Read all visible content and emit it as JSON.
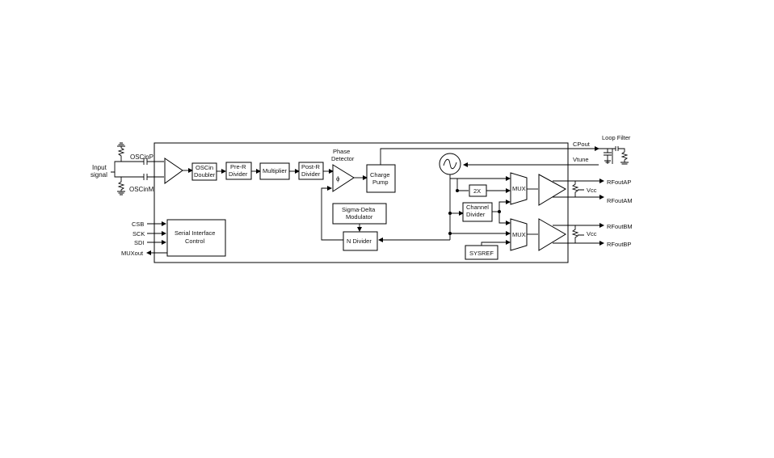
{
  "io": {
    "input_signal_1": "Input",
    "input_signal_2": "signal",
    "osc_p": "OSCinP",
    "osc_m": "OSCinM",
    "csb": "CSB",
    "sck": "SCK",
    "sdi": "SDI",
    "muxout": "MUXout",
    "cpout": "CPout",
    "vtune": "Vtune",
    "loop_filter": "Loop Filter",
    "rfout_ap": "RFoutAP",
    "rfout_am": "RFoutAM",
    "rfout_bm": "RFoutBM",
    "rfout_bp": "RFoutBP",
    "vcc_a": "Vcc",
    "vcc_b": "Vcc"
  },
  "blocks": {
    "osc_doubler_1": "OSCin",
    "osc_doubler_2": "Doubler",
    "pre_r_1": "Pre-R",
    "pre_r_2": "Divider",
    "multiplier": "Multiplier",
    "post_r_1": "Post-R",
    "post_r_2": "Divider",
    "phase_det_1": "Phase",
    "phase_det_2": "Detector",
    "phase_symbol": "ϕ",
    "charge_pump_1": "Charge",
    "charge_pump_2": "Pump",
    "sigma_delta_1": "Sigma-Delta",
    "sigma_delta_2": "Modulator",
    "n_divider": "N Divider",
    "serial_1": "Serial Interface",
    "serial_2": "Control",
    "x2": "2X",
    "channel_div_1": "Channel",
    "channel_div_2": "Divider",
    "mux_a": "MUX",
    "mux_b": "MUX",
    "sysref": "SYSREF"
  }
}
